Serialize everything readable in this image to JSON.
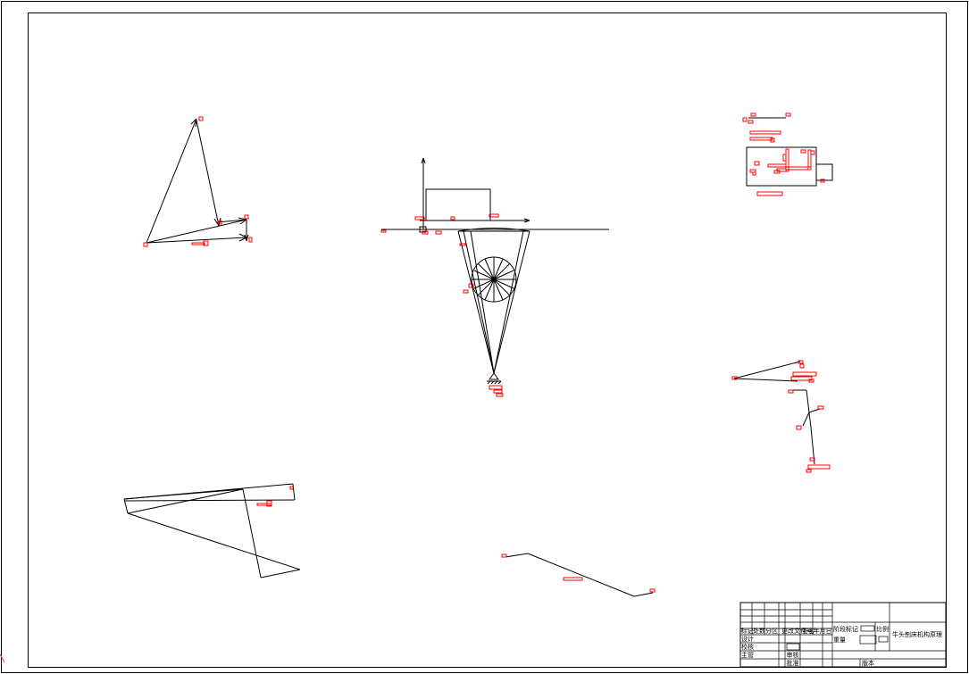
{
  "colors": {
    "line": "#000000",
    "annotation": "#ff0000",
    "paper": "#ffffff",
    "corner_mark": "#cc33cc"
  },
  "title_block": {
    "drawing_title": "牛头刨床机构原理",
    "revision_headers": [
      "标记",
      "处数",
      "分区",
      "更改文件号",
      "签名",
      "年月日"
    ],
    "stage_mark_label": "阶段标记",
    "scale_label": "比例",
    "weight_label": "重量",
    "design_label": "设计",
    "check_label": "校核",
    "supervisor_label": "主管",
    "review_label": "审核",
    "approve_label": "批准",
    "version_label": "版本"
  }
}
